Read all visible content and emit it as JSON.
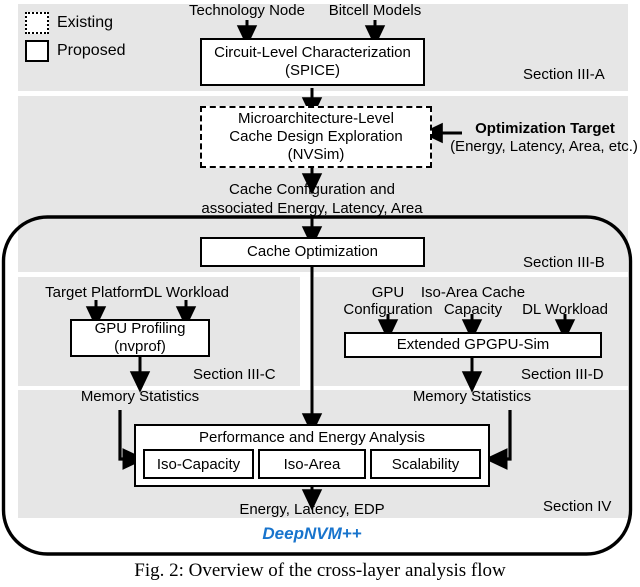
{
  "figure": {
    "caption": "Fig. 2: Overview of the cross-layer analysis flow",
    "brand_label": "DeepNVM++",
    "brand_color": "#1874CD",
    "panel_color": "#e6e6e6",
    "box_fill": "#ffffff",
    "line_color": "#000000"
  },
  "legend": {
    "items": [
      {
        "label": "Existing",
        "style": "dotted"
      },
      {
        "label": "Proposed",
        "style": "solid"
      }
    ]
  },
  "sections": {
    "a": "Section III-A",
    "b": "Section III-B",
    "c": "Section III-C",
    "d": "Section III-D",
    "iv": "Section IV"
  },
  "inputs": {
    "technology_node": "Technology Node",
    "bitcell_models": "Bitcell Models",
    "optimization_target_l1": "Optimization Target",
    "optimization_target_l2": "(Energy, Latency, Area, etc.)",
    "target_platform": "Target Platform",
    "dl_workload_c": "DL Workload",
    "gpu_l1": "GPU",
    "gpu_l2": "Configuration",
    "isoarea_l1": "Iso-Area Cache",
    "isoarea_l2": "Capacity",
    "dl_workload_d": "DL Workload"
  },
  "blocks": {
    "circuit_level": {
      "line1": "Circuit-Level Characterization",
      "line2": "(SPICE)",
      "style": "solid"
    },
    "microarch": {
      "line1": "Microarchitecture-Level",
      "line2": "Cache Design Exploration",
      "line3": "(NVSim)",
      "style": "dashed"
    },
    "cache_optimization": {
      "line1": "Cache Optimization",
      "style": "solid"
    },
    "gpu_profiling": {
      "line1": "GPU Profiling",
      "line2": "(nvprof)",
      "style": "solid"
    },
    "gpgpu_sim": {
      "line1": "Extended GPGPU-Sim",
      "style": "solid"
    },
    "perf_energy": {
      "title": "Performance and Energy Analysis",
      "style": "solid"
    },
    "analysis_subboxes": [
      {
        "label": "Iso-Capacity"
      },
      {
        "label": "Iso-Area"
      },
      {
        "label": "Scalability"
      }
    ]
  },
  "edge_labels": {
    "cache_config_l1": "Cache Configuration and",
    "cache_config_l2": "associated Energy, Latency, Area",
    "memory_statistics_left": "Memory Statistics",
    "memory_statistics_right": "Memory Statistics",
    "outputs": "Energy, Latency, EDP"
  }
}
